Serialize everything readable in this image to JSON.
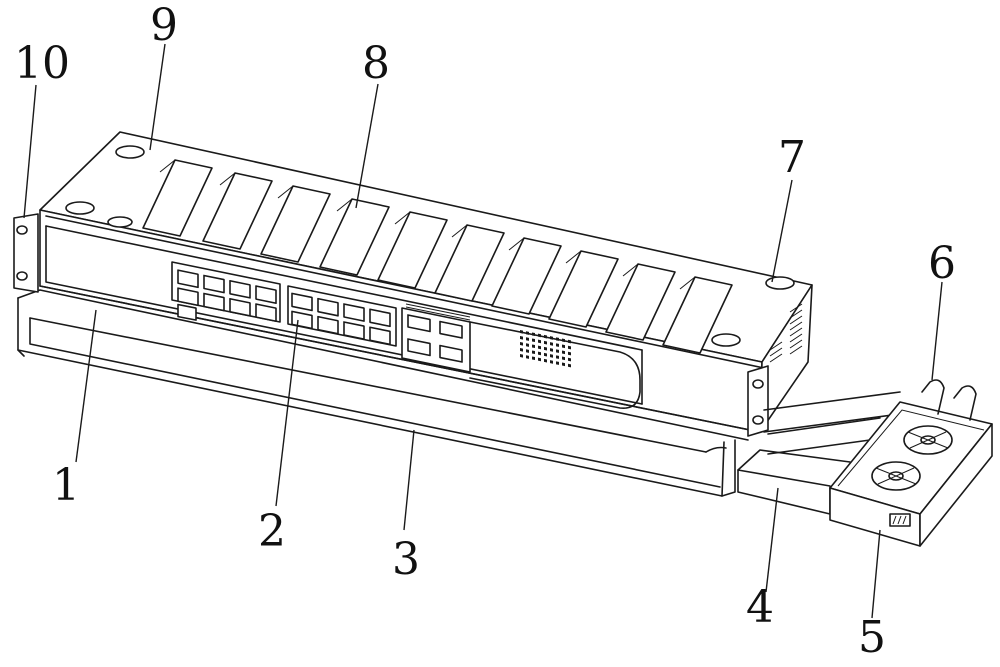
{
  "callouts": [
    {
      "id": "1",
      "text": "1"
    },
    {
      "id": "2",
      "text": "2"
    },
    {
      "id": "3",
      "text": "3"
    },
    {
      "id": "4",
      "text": "4"
    },
    {
      "id": "5",
      "text": "5"
    },
    {
      "id": "6",
      "text": "6"
    },
    {
      "id": "7",
      "text": "7"
    },
    {
      "id": "8",
      "text": "8"
    },
    {
      "id": "9",
      "text": "9"
    },
    {
      "id": "10",
      "text": "10"
    }
  ],
  "colors": {
    "line": "#1a1a1a",
    "background": "#ffffff"
  }
}
